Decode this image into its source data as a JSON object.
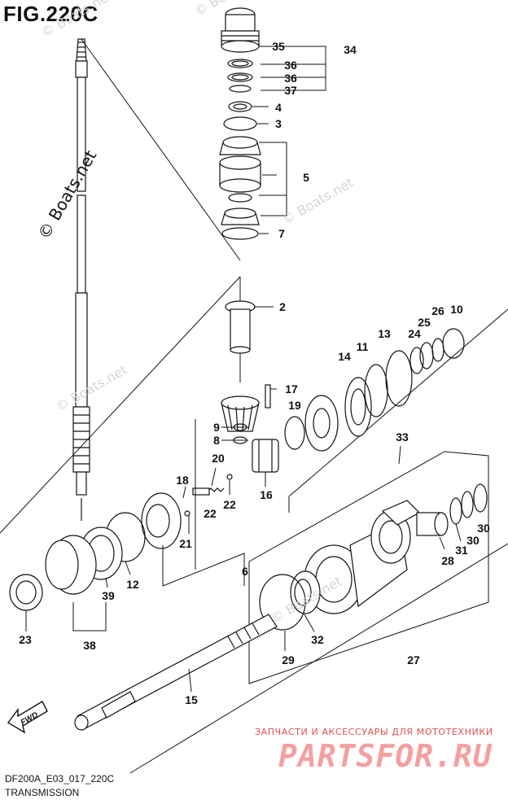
{
  "figure": {
    "title": "FIG.220C",
    "drawing_code": "DF200A_E03_017_220C",
    "section_name": "TRANSMISSION"
  },
  "watermark": {
    "text": "© Boats.net"
  },
  "promo": {
    "tagline": "ЗАПЧАСТИ И АКСЕССУАРЫ ДЛЯ МОТОТЕХНИКИ",
    "brand": "PARTSFOR.RU"
  },
  "arrow": {
    "label": "FWD"
  },
  "callouts": [
    {
      "id": "c35",
      "text": "35"
    },
    {
      "id": "c34",
      "text": "34"
    },
    {
      "id": "c36a",
      "text": "36"
    },
    {
      "id": "c36b",
      "text": "36"
    },
    {
      "id": "c37",
      "text": "37"
    },
    {
      "id": "c4",
      "text": "4"
    },
    {
      "id": "c3",
      "text": "3"
    },
    {
      "id": "c5",
      "text": "5"
    },
    {
      "id": "c7",
      "text": "7"
    },
    {
      "id": "c2",
      "text": "2"
    },
    {
      "id": "c26",
      "text": "26"
    },
    {
      "id": "c10",
      "text": "10"
    },
    {
      "id": "c25",
      "text": "25"
    },
    {
      "id": "c24",
      "text": "24"
    },
    {
      "id": "c13",
      "text": "13"
    },
    {
      "id": "c11",
      "text": "11"
    },
    {
      "id": "c14",
      "text": "14"
    },
    {
      "id": "c17",
      "text": "17"
    },
    {
      "id": "c19",
      "text": "19"
    },
    {
      "id": "c9",
      "text": "9"
    },
    {
      "id": "c8",
      "text": "8"
    },
    {
      "id": "c33",
      "text": "33"
    },
    {
      "id": "c20",
      "text": "20"
    },
    {
      "id": "c18",
      "text": "18"
    },
    {
      "id": "c16",
      "text": "16"
    },
    {
      "id": "c22a",
      "text": "22"
    },
    {
      "id": "c22b",
      "text": "22"
    },
    {
      "id": "c21",
      "text": "21"
    },
    {
      "id": "c30a",
      "text": "30"
    },
    {
      "id": "c30b",
      "text": "30"
    },
    {
      "id": "c31",
      "text": "31"
    },
    {
      "id": "c28",
      "text": "28"
    },
    {
      "id": "c6",
      "text": "6"
    },
    {
      "id": "c12",
      "text": "12"
    },
    {
      "id": "c39",
      "text": "39"
    },
    {
      "id": "c23",
      "text": "23"
    },
    {
      "id": "c38",
      "text": "38"
    },
    {
      "id": "c32",
      "text": "32"
    },
    {
      "id": "c29",
      "text": "29"
    },
    {
      "id": "c27",
      "text": "27"
    },
    {
      "id": "c15",
      "text": "15"
    }
  ]
}
